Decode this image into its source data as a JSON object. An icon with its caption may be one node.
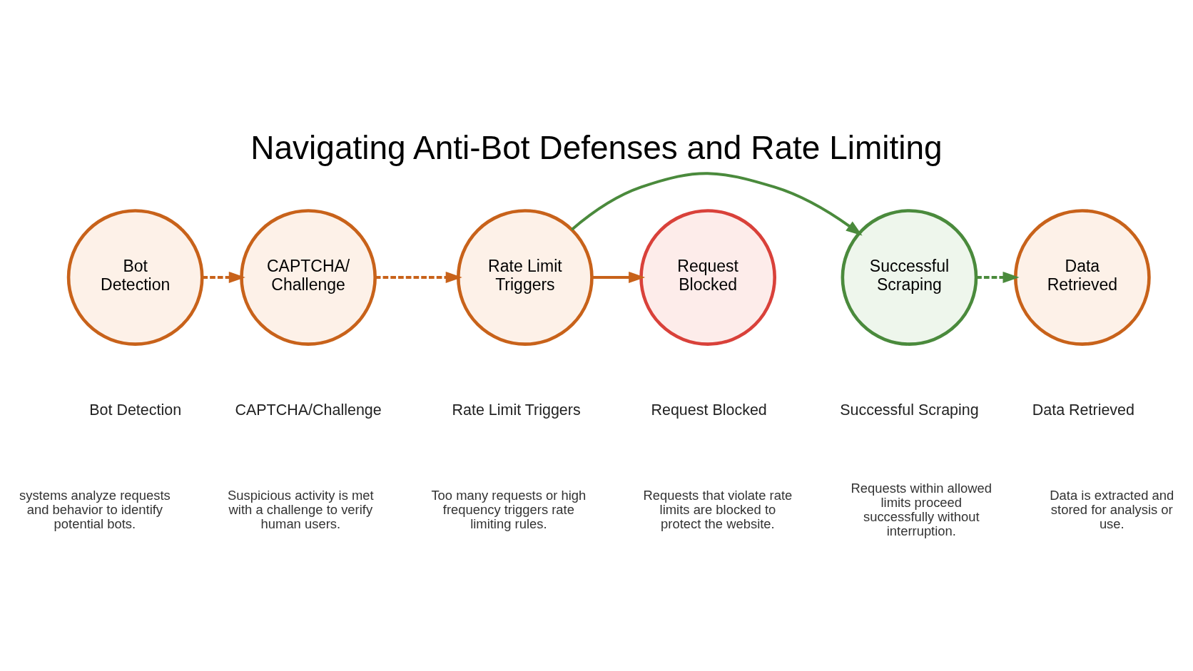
{
  "diagram": {
    "title": "Navigating Anti-Bot Defenses and Rate Limiting",
    "nodes": [
      {
        "text": [
          "Bot Detection"
        ]
      },
      {
        "text": [
          "CAPTCHA/ Challenge"
        ]
      },
      {
        "text": [
          "Rate Limit Triggers"
        ]
      },
      {
        "text": [
          "Request Blocked"
        ]
      },
      {
        "text": [
          "Successful Scraping"
        ]
      },
      {
        "text": [
          "Data Retrieved"
        ]
      }
    ],
    "edges": [
      {
        "from": 0,
        "to": 1,
        "arrow": "to",
        "style": "dashed"
      },
      {
        "from": 1,
        "to": 2,
        "arrow": "to",
        "style": "dashed"
      },
      {
        "from": 2,
        "to": 3,
        "arrow": "to"
      },
      {
        "from": 2,
        "to": 4,
        "arrow": "to",
        "color": "#4a8a3c"
      },
      {
        "from": 4,
        "to": 5,
        "arrow": "to",
        "style": "dashed",
        "color": "#4a8a3c"
      }
    ],
    "labels": [
      "Bot Detection",
      "systems analyze requests and behavior to identify potential bots.",
      "CAPTCHA/Challenge",
      "Suspicious activity is met with a challenge to verify human users.",
      "Rate Limit Triggers",
      "Too many requests or high frequency triggers rate limiting rules.",
      "Request Blocked",
      "Requests that violate rate limits are blocked to protect the website.",
      "Successful Scraping",
      "Requests within allowed limits proceed successfully without interruption.",
      "Data Retrieved",
      "Data is extracted and stored for analysis or use."
    ]
  }
}
